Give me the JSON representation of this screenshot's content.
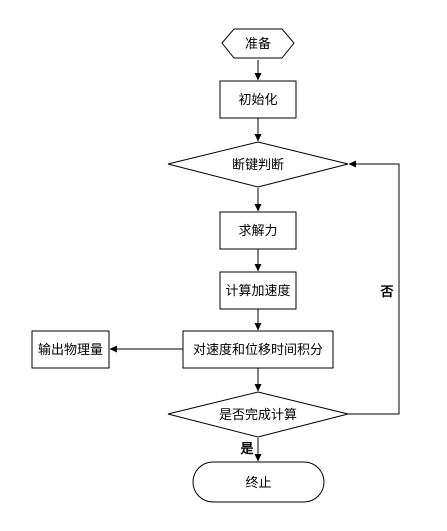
{
  "nodes": {
    "prepare": "准备",
    "init": "初始化",
    "break_key": "断键判断",
    "solve_force": "求解力",
    "calc_accel": "计算加速度",
    "integrate": "对速度和位移时间积分",
    "output": "输出物理量",
    "done_check": "是否完成计算",
    "end": "终止"
  },
  "edge_labels": {
    "no": "否",
    "yes": "是"
  }
}
